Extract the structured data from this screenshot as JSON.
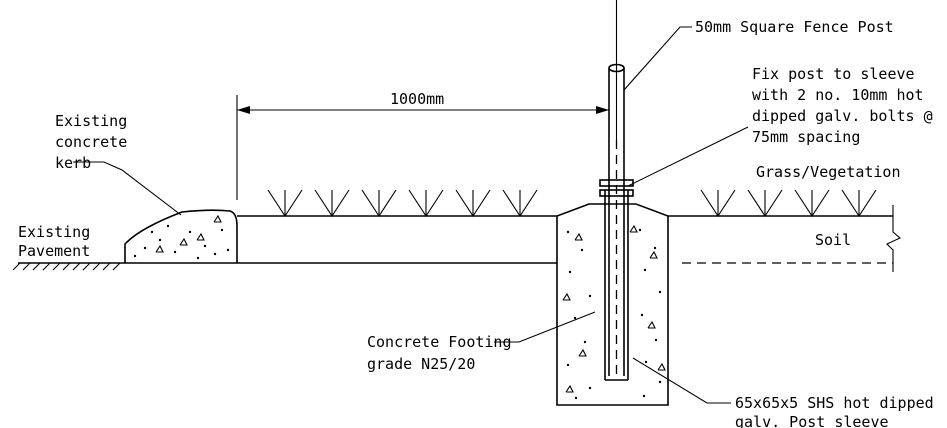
{
  "labels": {
    "post": "50mm Square Fence Post",
    "fix_1": "Fix post to sleeve",
    "fix_2": "with 2 no. 10mm hot",
    "fix_3": "dipped galv. bolts @",
    "fix_4": "75mm spacing",
    "grass": "Grass/Vegetation",
    "soil": "Soil",
    "kerb_1": "Existing",
    "kerb_2": "concrete",
    "kerb_3": "kerb",
    "pavement_1": "Existing",
    "pavement_2": "Pavement",
    "dimension": "1000mm",
    "footing_1": "Concrete Footing",
    "footing_2": "grade N25/20",
    "sleeve_1": "65x65x5 SHS hot dipped",
    "sleeve_2": "galv. Post sleeve"
  }
}
